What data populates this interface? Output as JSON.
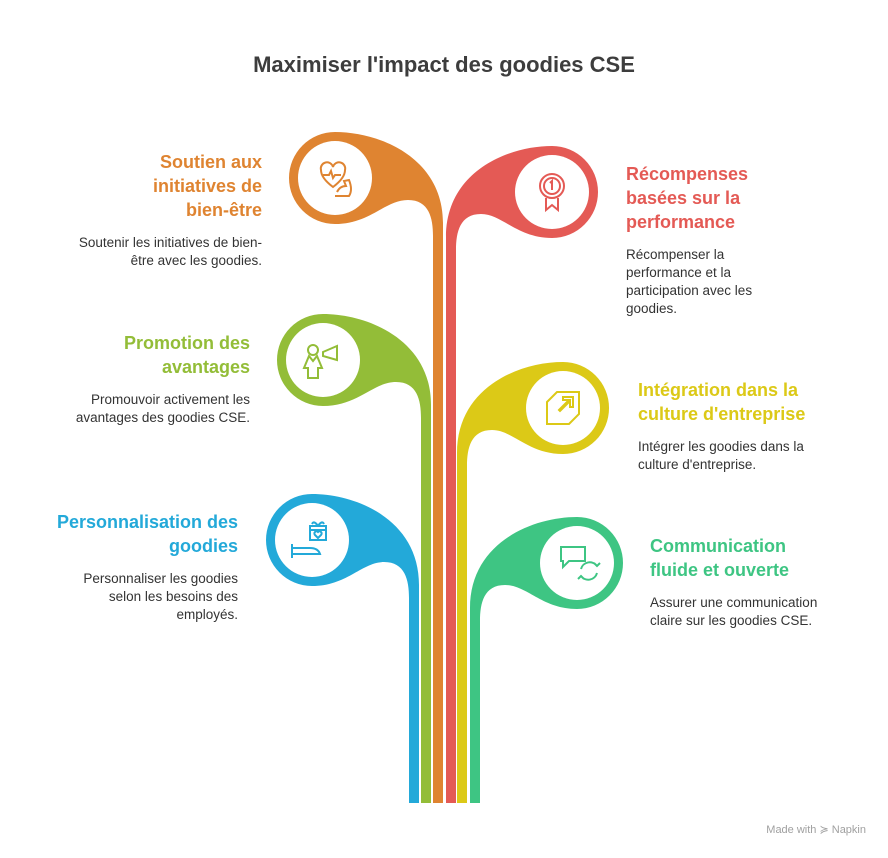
{
  "title": "Maximiser l'impact des goodies CSE",
  "items": [
    {
      "title": "Soutien aux initiatives de bien-être",
      "desc": "Soutenir les initiatives de bien-être avec les goodies.",
      "color": "#df8431",
      "icon": "heart-muscle-icon"
    },
    {
      "title": "Récompenses basées sur la performance",
      "desc": "Récompenser la performance et la participation avec les goodies.",
      "color": "#e45a55",
      "icon": "award-medal-icon"
    },
    {
      "title": "Promotion des avantages",
      "desc": "Promouvoir activement les avantages des goodies CSE.",
      "color": "#93bd38",
      "icon": "megaphone-person-icon"
    },
    {
      "title": "Intégration dans la culture d'entreprise",
      "desc": "Intégrer les goodies dans la culture d'entreprise.",
      "color": "#dcc917",
      "icon": "growth-arrow-icon"
    },
    {
      "title": "Personnalisation des goodies",
      "desc": "Personnaliser les goodies selon les besoins des employés.",
      "color": "#23a9d9",
      "icon": "gift-hand-icon"
    },
    {
      "title": "Communication fluide et ouverte",
      "desc": "Assurer une communication claire sur les goodies CSE.",
      "color": "#3ec583",
      "icon": "chat-refresh-icon"
    }
  ],
  "footer": "Made with ≽ Napkin"
}
